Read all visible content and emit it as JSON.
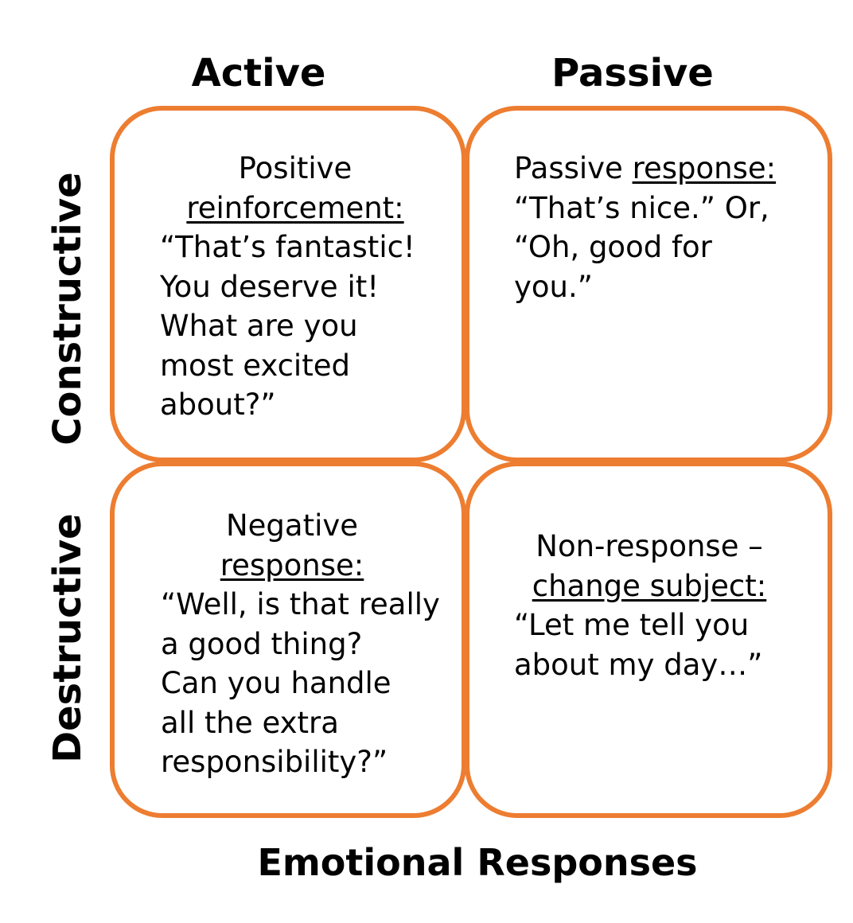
{
  "columns": {
    "active": "Active",
    "passive": "Passive"
  },
  "rows": {
    "constructive": "Constructive",
    "destructive": "Destructive"
  },
  "cells": {
    "active_constructive": {
      "heading_line1": "Positive",
      "heading_line2": "reinforcement:",
      "lines": [
        "“That’s fantastic!",
        "You deserve it!",
        "What are you",
        "most excited",
        "about?”"
      ]
    },
    "passive_constructive": {
      "heading_plain": "Passive ",
      "heading_underlined": "response:",
      "lines": [
        "“That’s nice.” Or,",
        "“Oh, good for",
        "you.”"
      ]
    },
    "active_destructive": {
      "heading_line1": "Negative",
      "heading_line2": "response:",
      "lines": [
        "“Well, is that really",
        "a good thing?",
        "Can you handle",
        "all the extra",
        "responsibility?”"
      ]
    },
    "passive_destructive": {
      "heading_line1": "Non-response –",
      "heading_line2": "change subject:",
      "lines": [
        "“Let me tell you",
        "about my day…”"
      ]
    }
  },
  "footer": {
    "title": "Emotional Responses"
  },
  "colors": {
    "border": "#ED7D31",
    "text": "#000000"
  }
}
